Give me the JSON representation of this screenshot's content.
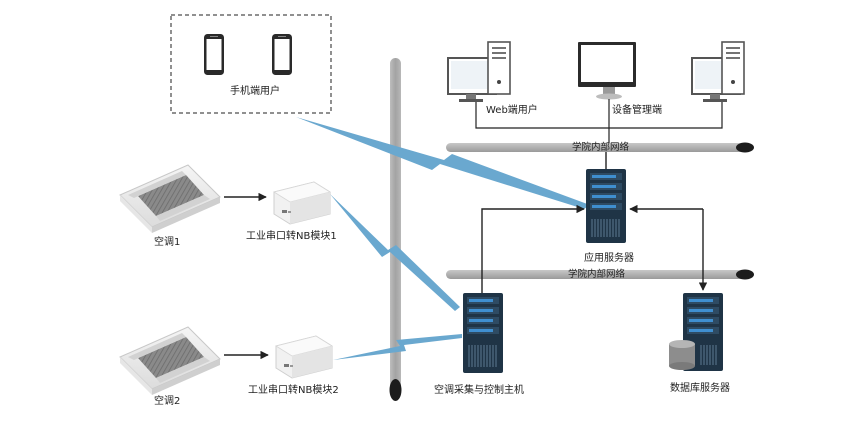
{
  "labels": {
    "mobile_users": "手机端用户",
    "web_users": "Web端用户",
    "device_mgmt": "设备管理端",
    "campus_net_top": "学院内部网络",
    "campus_net_mid": "学院内部网络",
    "app_server": "应用服务器",
    "ac1": "空调1",
    "ac2": "空调2",
    "nb_module_1": "工业串口转NB模块1",
    "nb_module_2": "工业串口转NB模块2",
    "control_host": "空调采集与控制主机",
    "db_server": "数据库服务器"
  },
  "colors": {
    "server_dark": "#1f3446",
    "server_accent": "#3f8fd0",
    "wireless": "#6aa8cf",
    "bus": "#a9a9a9",
    "line": "#222222"
  }
}
